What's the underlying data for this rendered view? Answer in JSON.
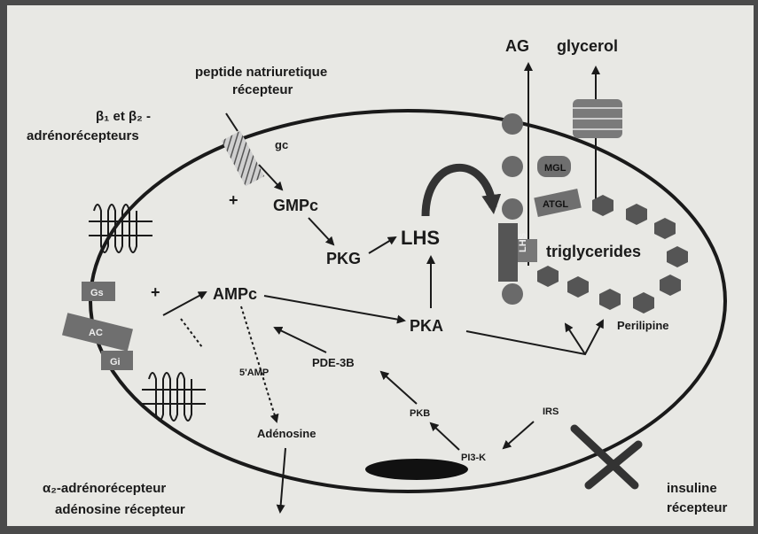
{
  "labels": {
    "ag": "AG",
    "glycerol": "glycerol",
    "peptide_l1": "peptide natriuretique",
    "peptide_l2": "récepteur",
    "beta_l1": "β₁ et β₂ -",
    "beta_l2": "adrénorécepteurs",
    "gc": "gc",
    "plus1": "+",
    "plus2": "+",
    "gmpc": "GMPc",
    "pkg": "PKG",
    "lhs_main": "LHS",
    "lhs_box": "LHS",
    "mgl": "MGL",
    "atgl": "ATGL",
    "triglycerides": "triglycerides",
    "ampc": "AMPc",
    "pka": "PKA",
    "perilipine": "Perilipine",
    "gs": "Gs",
    "ac": "AC",
    "gi": "Gi",
    "five_amp": "5'AMP",
    "pde3b": "PDE-3B",
    "pkb": "PKB",
    "irs": "IRS",
    "pi3k": "PI3-K",
    "adenosine": "Adénosine",
    "alpha_l1": "α₂-adrénorécepteur",
    "alpha_l2": "adénosine récepteur",
    "insulin_l1": "insuline",
    "insulin_l2": "récepteur"
  },
  "colors": {
    "background": "#4a4a4a",
    "paper": "#e8e8e4",
    "ink": "#1a1a1a",
    "droplet": "#6a6a6a",
    "box": "#6f6f6f"
  }
}
